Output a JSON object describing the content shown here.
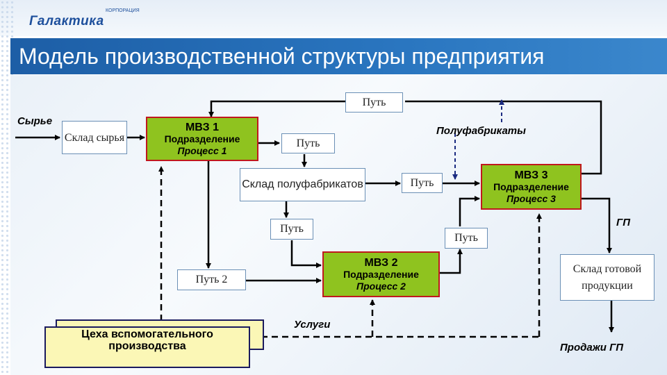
{
  "header": {
    "logo_text": "Галактика",
    "logo_subtext": "КОРПОРАЦИЯ"
  },
  "title": "Модель производственной структуры предприятия",
  "nodes": {
    "raw_store": "Склад сырья",
    "mvz1": {
      "name": "МВЗ 1",
      "dept": "Подразделение",
      "process": "Процесс 1"
    },
    "path_top": "Путь",
    "path_after_mvz1": "Путь",
    "semi_store": "Склад полуфабрикатов",
    "path_to_mvz3": "Путь",
    "mvz3": {
      "name": "МВЗ 3",
      "dept": "Подразделение",
      "process": "Процесс 3"
    },
    "path_below_semi": "Путь",
    "path_mvz2_mvz3": "Путь",
    "mvz2": {
      "name": "МВЗ 2",
      "dept": "Подразделение",
      "process": "Процесс 2"
    },
    "path2": "Путь 2",
    "finished_store": "Склад готовой продукции",
    "aux_shops": "Цеха вспомогательного производства"
  },
  "labels": {
    "raw": "Сырье",
    "semi": "Полуфабрикаты",
    "gp": "ГП",
    "services": "Услуги",
    "sales": "Продажи ГП"
  },
  "colors": {
    "process_fill": "#8fc31f",
    "process_border": "#c0171d",
    "aux_fill": "#fbf7b6",
    "title_bar": "#2a76c0"
  }
}
